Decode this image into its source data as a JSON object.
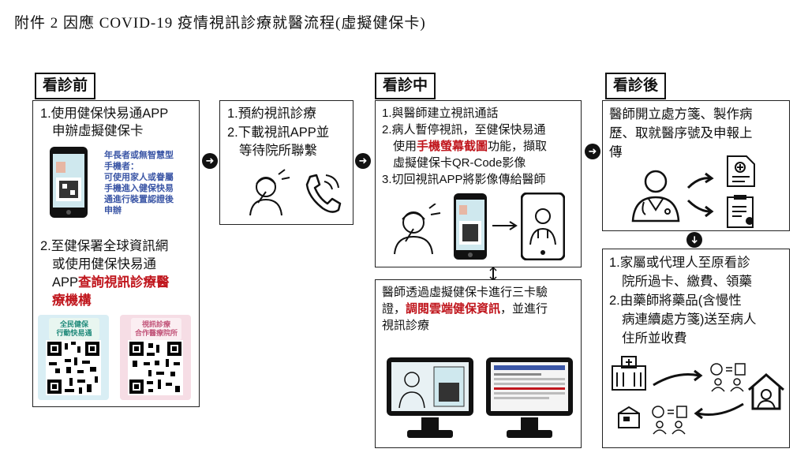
{
  "title": "附件 2 因應 COVID-19 疫情視訊診療就醫流程(虛擬健保卡)",
  "phases": {
    "before": "看診前",
    "during": "看診中",
    "after": "看診後"
  },
  "before": {
    "step1_a": "1.使用健保快易通APP",
    "step1_b": "申辦虛擬健保卡",
    "note_lines": [
      "年長者或無智慧型",
      "手機者：",
      "可使用家人或眷屬",
      "手機進入健保快易",
      "通進行裝置認證後",
      "申辦"
    ],
    "step2_a": "2.至健保署全球資訊網",
    "step2_b": "或使用健保快易通",
    "step2_c_plain": "APP",
    "step2_c_red": "查詢視訊診療醫",
    "step2_d_red": "療機構",
    "qr1_label_a": "全民健保",
    "qr1_label_b": "行動快易通",
    "qr2_label_a": "視訊診療",
    "qr2_label_b": "合作醫療院所"
  },
  "before2": {
    "line1": "1.預約視訊診療",
    "line2": "2.下載視訊APP並",
    "line3": "等待院所聯繫"
  },
  "during": {
    "line1": "1.與醫師建立視訊通話",
    "line2": "2.病人暫停視訊，至健保快易通",
    "line3_plain_a": "使用",
    "line3_red": "手機螢幕截圖",
    "line3_plain_b": "功能，擷取",
    "line4": "虛擬健保卡QR-Code影像",
    "line5": "3.切回視訊APP將影像傳給醫師"
  },
  "verify": {
    "line1": "醫師透過虛擬健保卡進行三卡驗",
    "line2_plain_a": "證，",
    "line2_red": "調閱雲端健保資訊",
    "line2_plain_b": "，並進行",
    "line3": "視訊診療"
  },
  "after": {
    "line1": "醫師開立處方箋、製作病",
    "line2": "歷、取就醫序號及申報上",
    "line3": "傳"
  },
  "after2": {
    "line1": "1.家屬或代理人至原看診",
    "line2": "院所過卡、繳費、領藥",
    "line3": "2.由藥師將藥品(含慢性",
    "line4": "病連續處方箋)送至病人",
    "line5": "住所並收費"
  },
  "arrow_glyph": "➜",
  "colors": {
    "red": "#c0161d",
    "blue": "#3b56a6",
    "green_label": "#1f8a7a",
    "pink_label": "#c2557a"
  }
}
